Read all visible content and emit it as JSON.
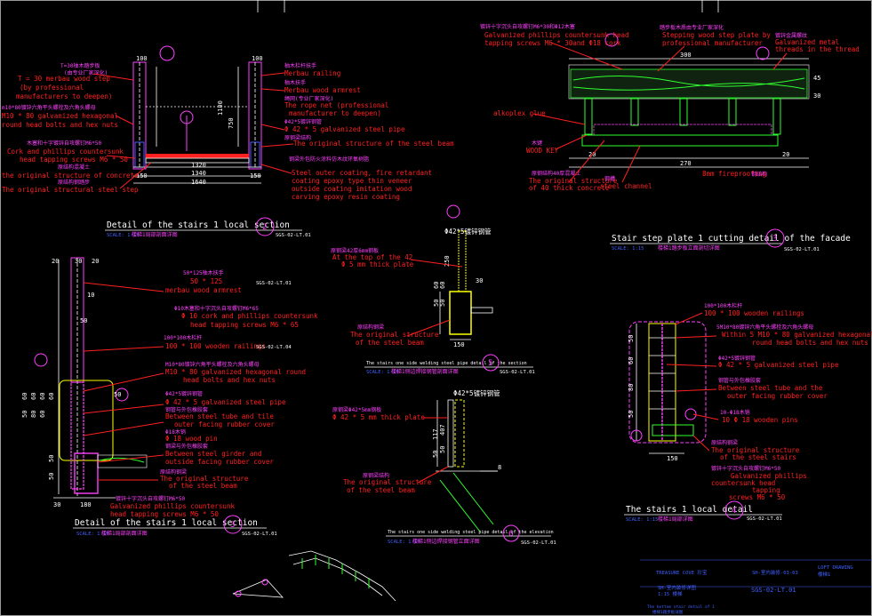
{
  "panels": {
    "p1": {
      "title": "Detail of the stairs 1 local section",
      "scale": "SCALE: 1:15",
      "subtitle": "楼梯1局部剖面详图",
      "ref": "SGS-02-LT.01",
      "num": "2",
      "labels": {
        "a1": "T=30柚木踏步板",
        "a2": "(由专业厂家深化)",
        "a3": "T = 30 merbau wood step",
        "a4": "(by professional",
        "a5": "manufacturers to deepen)",
        "b1": "m10*80镀锌六角平头螺栓及六角头螺母",
        "b2": "M10 * 80 galvanized hexagonal",
        "b3": "round head bolts and hex nuts",
        "c1": "木塞和十字镀锌自攻螺钉M6*50",
        "c2": "Cork and phillips countersunk",
        "c3": "head tapping screws M6 * 50",
        "c4": "原结构混凝土",
        "c5": "the original structure of concrete",
        "c6": "原结构钢踏步",
        "c7": "The original structural steel step",
        "r1": "柚木栏杆扶手",
        "r2": "Merbau railing",
        "r3": "柚木扶手",
        "r4": "Merbau wood armrest",
        "r5": "绳网(专业厂家深化)",
        "r6": "The rope net (professional",
        "r7": "manufacturer to deepen)",
        "r8": "Φ42*5镀锌钢管",
        "r9": "Φ 42 * 5 galvanized steel pipe",
        "r10": "原钢梁结构",
        "r11": "The original structure of the steel beam",
        "r12": "钢梁外包防火涂料仿木纹环氧树脂",
        "r13": "Steel outer coating, fire retardant",
        "r14": "coating epoxy type thin veneer",
        "r15": "outside coating imitation wood",
        "r16": "carving epoxy resin coating"
      },
      "dims": [
        "100",
        "100",
        "1100",
        "750",
        "150",
        "1320",
        "1340",
        "1640",
        "150",
        "1100",
        "750"
      ]
    },
    "p2": {
      "title": "Stair step plate 1 cutting detail of the facade",
      "scale": "SCALE: 1:15",
      "subtitle": "楼梯1踏步板立面剖切详图",
      "ref": "SGS-02-LT.01",
      "num": "3",
      "labels": {
        "a1": "镀锌十字沉头自攻螺钉M6*30和Φ12木塞",
        "a2": "Galvanized phillips countersunk head",
        "a3": "tapping screws M6 * 30and Φ18 cork",
        "a4": "踏步板木质由专业厂家深化",
        "a5": "Stepping wood step plate by",
        "a6": "professional manufacturer",
        "a7": "镀锌金属螺纹",
        "a8": "Galvanized metal",
        "a9": "threads in the thread",
        "b1": "alkoplex glue",
        "b2": "木键",
        "b3": "WOOD KEY",
        "b4": "原钢结构40厚混凝土",
        "b5": "The original structure",
        "b6": "of 40 thick concrete",
        "b7": "钢槽",
        "b8": "steel channel",
        "b9": "8mm fireproofing",
        "b10": "钢结构"
      },
      "dims": [
        "300",
        "20",
        "270",
        "20",
        "45",
        "30"
      ]
    },
    "p3": {
      "title": "Detail of the stairs 1 local section",
      "scale": "SCALE: 1:15",
      "subtitle": "楼梯1局部剖面详图",
      "ref": "SGS-02-LT.01",
      "num": "3",
      "labels": {
        "a1": "50*125柚木扶手",
        "a2": "50 * 125",
        "a3": "SGS-02-LT.01",
        "a4": "merbau wood armrest",
        "b1": "Φ10木塞和十字沉头自攻螺钉M6*65",
        "b2": "Φ 10 cork and phillips countersunk",
        "b3": "head tapping screws M6 * 65",
        "c1": "100*100木栏杆",
        "c2": "100 * 100 wooden railings",
        "c3": "SGS-02-LT.04",
        "d1": "M10*80镀锌六角平头螺栓及六角头螺母",
        "d2": "M10 * 80 galvanized hexagonal round",
        "d3": "head bolts and hex nuts",
        "e1": "Φ42*5镀锌钢管",
        "e2": "Φ 42 * 5 galvanized steel pipe",
        "e3": "钢管与外包橡胶套",
        "e4": "Between steel tube and tile",
        "e5": "outer facing rubber cover",
        "e6": "Φ18木销",
        "e7": "Φ 18 wood pin",
        "e8": "钢梁与外包橡胶套",
        "e9": "Between steel girder and",
        "e10": "outside facing rubber cover",
        "e11": "原结构钢梁",
        "e12": "The original structure",
        "e13": "of the steel beam",
        "f1": "镀锌十字沉头自攻螺钉M6*50",
        "f2": "Galvanized phillips countersunk",
        "f3": "head tapping screws M6 * 50"
      },
      "dims": [
        "20",
        "30",
        "20",
        "10",
        "50",
        "60",
        "50",
        "60",
        "80",
        "60",
        "60",
        "60",
        "50",
        "50",
        "30",
        "50",
        "180"
      ]
    },
    "p5": {
      "title": "The stairs one side welding steel pipe detail of the section",
      "scale": "SCALE: 1:15",
      "subtitle": "楼梯1侧边焊接钢管剖面详图",
      "ref": "SGS-02-LT.01",
      "num": "5",
      "labels": {
        "a1": "Φ42*5镀锌钢管",
        "a2": "原钢梁42厚6mm钢板",
        "a3": "At the top of the 42",
        "a4": "Φ 5 mm thick plate",
        "a5": "原结构钢梁",
        "a6": "The original structure",
        "a7": "of the steel beam"
      },
      "dims": [
        "250",
        "50",
        "60",
        "60",
        "50",
        "150",
        "30"
      ]
    },
    "p6": {
      "title": "The stairs one side welding steel pipe detail of the elevation",
      "scale": "SCALE: 1:15",
      "subtitle": "楼梯1侧边焊接钢管立面详图",
      "ref": "SGS-02-LT.01",
      "num": "6",
      "labels": {
        "a1": "Φ42*5镀锌钢管",
        "a2": "原钢梁Φ42*5mm钢板",
        "a3": "Φ 42 * 5 mm thick plate",
        "a4": "原钢梁结构",
        "a5": "The original structure",
        "a6": "of the steel beam"
      },
      "dims": [
        "407",
        "50",
        "117",
        "50",
        "8"
      ]
    },
    "p4": {
      "title": "The stairs 1 local detail",
      "scale": "SCALE: 1:15",
      "subtitle": "楼梯1局部详图",
      "ref": "SGS-02-LT.01",
      "num": "4",
      "labels": {
        "a1": "100*100木栏杆",
        "a2": "100 * 100 wooden railings",
        "b1": "5M10*80镀锌六角平头螺栓及六角头螺母",
        "b2": "Within 5 M10 * 80 galvanized hexagonal",
        "b3": "round head bolts and hex nuts",
        "c1": "Φ42*5镀锌钢管",
        "c2": "Φ 42 * 5 galvanized steel pipe",
        "d1": "钢管与外包橡胶套",
        "d2": "Between steel tube and the",
        "d3": "outer facing rubber cover",
        "e1": "10-Φ18木销",
        "e2": "10 Φ 18 wooden pins",
        "f1": "原结构钢梁",
        "f2": "The original structure",
        "f3": "of the steel stairs",
        "g1": "镀锌十字沉头自攻螺钉M6*50",
        "g2": "Galvanized phillips",
        "g3": "countersunk head",
        "g4": "tapping",
        "g5": "screws M6 * 50"
      },
      "dims": [
        "150",
        "50",
        "60",
        "80",
        "50"
      ]
    }
  },
  "title_block": {
    "c1": "TREASURE COVE 珍宝",
    "c2": "SH-室内装修-03-03",
    "c3": "LOFT DRAWING",
    "c4": "楼梯1",
    "c5": "SH-室内装修详图",
    "c6": "1:15 楼梯",
    "c7": "SGS-02-LT.01",
    "c8": "The bottom stair detail of 1",
    "c9": "楼梯1踏步板详图"
  },
  "colors": {
    "background": "#000000",
    "annotation_red": "#ff2020",
    "annotation_magenta": "#ff40ff",
    "title_white": "#ffffff",
    "scale_blue": "#4060ff",
    "hatch_green": "#30ff30",
    "steel_yellow": "#ffff00"
  }
}
